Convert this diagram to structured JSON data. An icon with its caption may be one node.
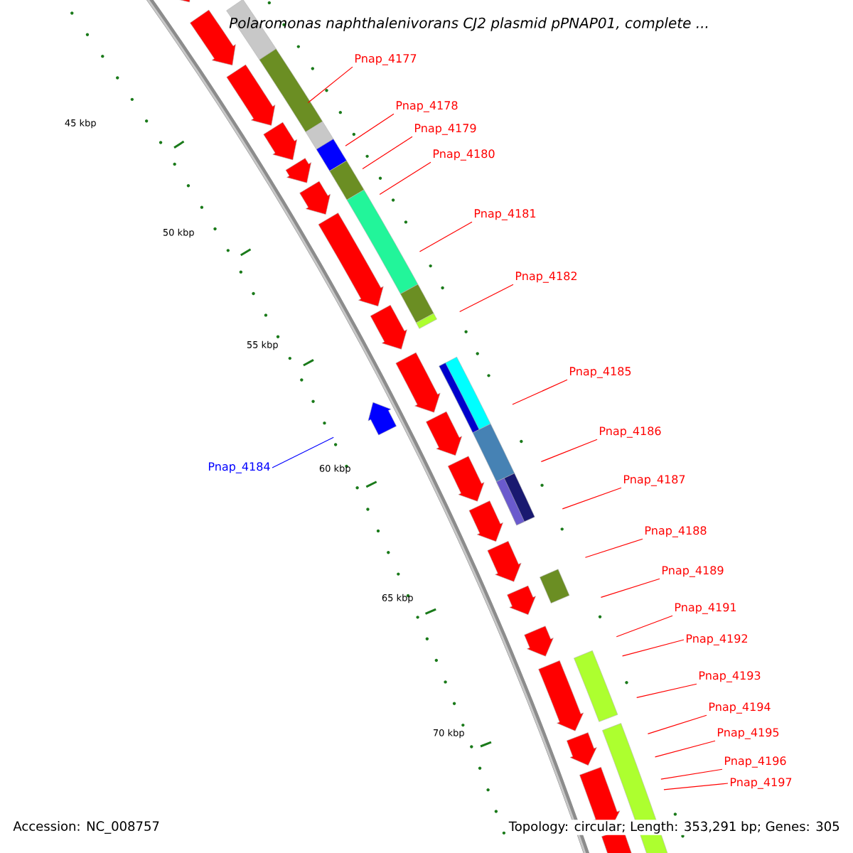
{
  "diagram": {
    "title": "Polaromonas naphthalenivorans CJ2 plasmid pPNAP01, complete ...",
    "nodes": [
      {
        "text": [
          "Pnap_4177"
        ]
      },
      {
        "text": [
          "Pnap_4178"
        ]
      },
      {
        "text": [
          "Pnap_4179"
        ]
      },
      {
        "text": [
          "Pnap_4180"
        ]
      },
      {
        "text": [
          "Pnap_4181"
        ]
      },
      {
        "text": [
          "Pnap_4182"
        ]
      },
      {
        "text": [
          "Pnap_4185"
        ]
      },
      {
        "text": [
          "Pnap_4186"
        ]
      },
      {
        "text": [
          "Pnap_4184"
        ]
      },
      {
        "text": [
          "Pnap_4187"
        ]
      },
      {
        "text": [
          "Pnap_4188"
        ]
      },
      {
        "text": [
          "Pnap_4189"
        ]
      },
      {
        "text": [
          "Pnap_4191"
        ]
      },
      {
        "text": [
          "Pnap_4192"
        ]
      },
      {
        "text": [
          "Pnap_4193"
        ]
      },
      {
        "text": [
          "Pnap_4194"
        ]
      },
      {
        "text": [
          "Pnap_4195"
        ]
      },
      {
        "text": [
          "Pnap_4196"
        ]
      },
      {
        "text": [
          "Pnap_4197"
        ]
      }
    ],
    "edges": [
      {
        "from": 0,
        "to": null,
        "arrow": "none"
      },
      {
        "from": 1,
        "to": null,
        "arrow": "none"
      },
      {
        "from": 2,
        "to": null,
        "arrow": "none"
      },
      {
        "from": 3,
        "to": null,
        "arrow": "none"
      },
      {
        "from": 4,
        "to": null,
        "arrow": "none"
      },
      {
        "from": 5,
        "to": null,
        "arrow": "none"
      },
      {
        "from": 6,
        "to": null,
        "arrow": "none"
      },
      {
        "from": 7,
        "to": null,
        "arrow": "none"
      },
      {
        "from": 8,
        "to": null,
        "arrow": "none",
        "color": "#0000ff"
      },
      {
        "from": 9,
        "to": null,
        "arrow": "none"
      },
      {
        "from": 10,
        "to": null,
        "arrow": "none"
      },
      {
        "from": 11,
        "to": null,
        "arrow": "none"
      },
      {
        "from": 12,
        "to": null,
        "arrow": "none"
      },
      {
        "from": 13,
        "to": null,
        "arrow": "none"
      },
      {
        "from": 14,
        "to": null,
        "arrow": "none"
      },
      {
        "from": 15,
        "to": null,
        "arrow": "none"
      },
      {
        "from": 16,
        "to": null,
        "arrow": "none"
      },
      {
        "from": 17,
        "to": null,
        "arrow": "none"
      },
      {
        "from": 18,
        "to": null,
        "arrow": "none"
      }
    ],
    "labels": [
      "45 kbp",
      "50 kbp",
      "55 kbp",
      "60 kbp",
      "65 kbp",
      "70 kbp",
      "Accession: NC_008757",
      "Topology: circular; Length: 353,291 bp; Genes: 305"
    ]
  }
}
